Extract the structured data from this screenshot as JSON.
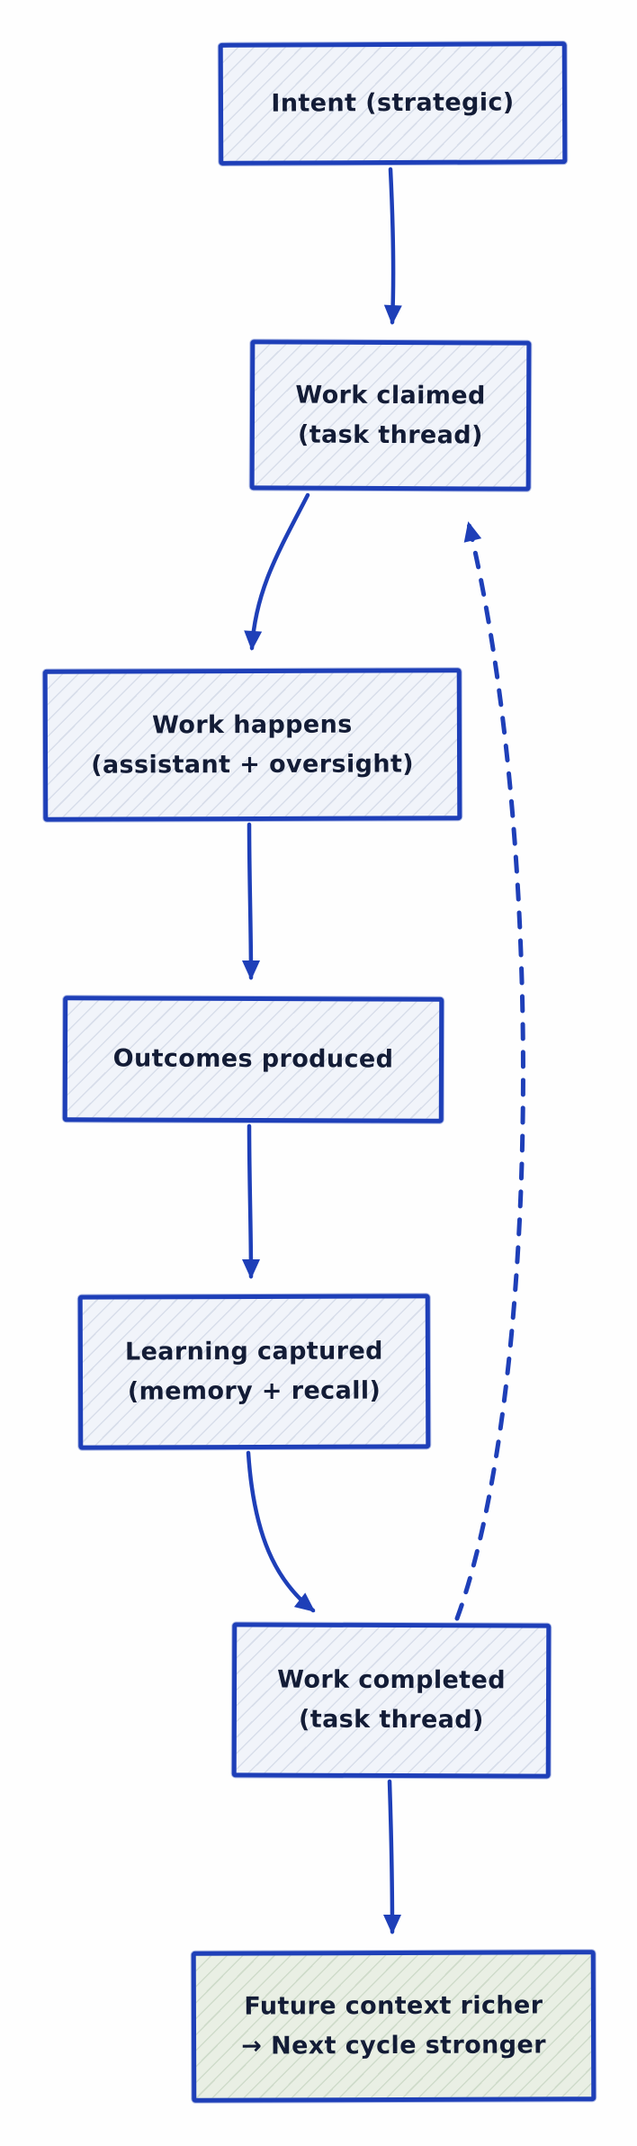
{
  "diagram": {
    "type": "flowchart",
    "nodes": [
      {
        "id": "intent",
        "label": "Intent (strategic)"
      },
      {
        "id": "work-claimed",
        "label": "Work claimed\n(task thread)"
      },
      {
        "id": "work-happens",
        "label": "Work happens\n(assistant + oversight)"
      },
      {
        "id": "outcomes",
        "label": "Outcomes produced"
      },
      {
        "id": "learning",
        "label": "Learning captured\n(memory + recall)"
      },
      {
        "id": "work-completed",
        "label": "Work completed\n(task thread)"
      },
      {
        "id": "future-context",
        "label": "Future context richer\n→ Next cycle stronger"
      }
    ],
    "edges": [
      {
        "from": "intent",
        "to": "work-claimed",
        "style": "solid"
      },
      {
        "from": "work-claimed",
        "to": "work-happens",
        "style": "solid"
      },
      {
        "from": "work-happens",
        "to": "outcomes",
        "style": "solid"
      },
      {
        "from": "outcomes",
        "to": "learning",
        "style": "solid"
      },
      {
        "from": "learning",
        "to": "work-completed",
        "style": "solid"
      },
      {
        "from": "work-completed",
        "to": "future-context",
        "style": "solid"
      },
      {
        "from": "work-completed",
        "to": "work-claimed",
        "style": "dashed"
      }
    ],
    "colors": {
      "stroke": "#1e3fb8",
      "node_fill": "#f1f4fa",
      "accent_node_fill": "#e9efe4",
      "text": "#131c36",
      "background": "#fefefe"
    }
  }
}
